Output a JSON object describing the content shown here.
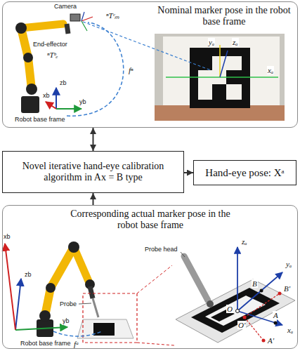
{
  "diagram": {
    "nodes": [
      {
        "text": [
          "Nominal marker pose in the robot base frame"
        ]
      },
      {
        "text": [
          "Novel iterative hand-eye calibration algorithm in Ax = B type"
        ]
      },
      {
        "text": [
          "Hand-eye pose: Xᵃ"
        ]
      },
      {
        "text": [
          "Corresponding actual marker pose in the robot base frame"
        ]
      }
    ],
    "edges": [
      {
        "from": 0,
        "to": 1,
        "arrow": "both"
      },
      {
        "from": 3,
        "to": 1,
        "arrow": "to"
      },
      {
        "from": 1,
        "to": 2,
        "arrow": "to"
      }
    ],
    "labels": [
      "Camera",
      "End-effector",
      "ⁿTᵇₑ",
      "ⁿTᶜₘ",
      "fⁿ",
      "Robot base frame",
      "zb",
      "xb",
      "yb",
      "yₐ",
      "zₐ",
      "xₐ",
      "Probe head",
      "Probe",
      "fᵃ",
      "Robot base frame",
      "zb",
      "xb",
      "yb",
      "zₐ",
      "yₐ",
      "xₐ",
      "O",
      "O'",
      "A",
      "A'",
      "B",
      "B'"
    ]
  }
}
